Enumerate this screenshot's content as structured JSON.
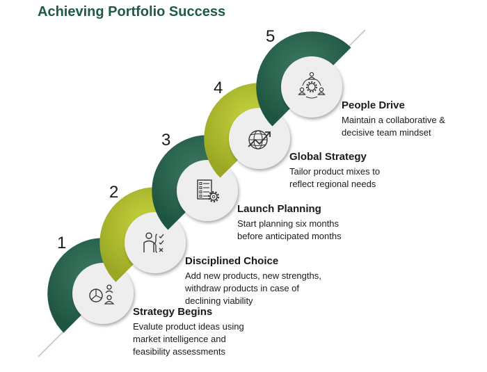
{
  "title": "Achieving Portfolio Success",
  "colors": {
    "dark_green": "#1f5a45",
    "lime_green": "#a5b52c",
    "title_green": "#1f5a45",
    "circle_fill": "#eeeeee",
    "diagonal_line": "#cccccc"
  },
  "steps": [
    {
      "number": "1",
      "title": "Strategy Begins",
      "desc_lines": [
        "Evalute product ideas using",
        "market intelligence and",
        "feasibility assessments"
      ],
      "icon": "pie-chart-people-icon",
      "arc_color": "dark"
    },
    {
      "number": "2",
      "title": "Disciplined Choice",
      "desc_lines": [
        "Add new products, new strengths,",
        "withdraw products in case of",
        "declining viability"
      ],
      "icon": "person-checklist-icon",
      "arc_color": "lime"
    },
    {
      "number": "3",
      "title": "Launch Planning",
      "desc_lines": [
        "Start planning six months",
        "before anticipated months"
      ],
      "icon": "checklist-gear-icon",
      "arc_color": "dark"
    },
    {
      "number": "4",
      "title": "Global Strategy",
      "desc_lines": [
        "Tailor product mixes to",
        "reflect regional needs"
      ],
      "icon": "globe-growth-icon",
      "arc_color": "lime"
    },
    {
      "number": "5",
      "title": "People Drive",
      "desc_lines": [
        "Maintain a collaborative &",
        "decisive team mindset"
      ],
      "icon": "team-gear-icon",
      "arc_color": "dark"
    }
  ]
}
